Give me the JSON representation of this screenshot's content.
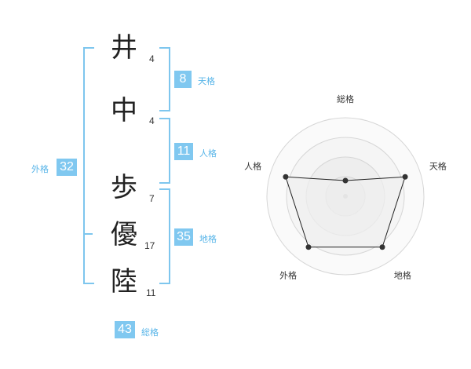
{
  "name": {
    "chars": [
      {
        "char": "井",
        "strokes": "4"
      },
      {
        "char": "中",
        "strokes": "4"
      },
      {
        "char": "歩",
        "strokes": "7"
      },
      {
        "char": "優",
        "strokes": "17"
      },
      {
        "char": "陸",
        "strokes": "11"
      }
    ]
  },
  "kaku": {
    "tenkaku": {
      "value": "8",
      "label": "天格"
    },
    "jinkaku": {
      "value": "11",
      "label": "人格"
    },
    "chikaku": {
      "value": "35",
      "label": "地格"
    },
    "gaikaku": {
      "value": "32",
      "label": "外格"
    },
    "soukaku": {
      "value": "43",
      "label": "総格"
    }
  },
  "colors": {
    "accent": "#80c8f0",
    "label": "#56b4e8",
    "bracket": "#7ec6ee"
  },
  "chart_data": {
    "type": "radar",
    "axes": [
      "総格",
      "天格",
      "地格",
      "外格",
      "人格"
    ],
    "values": [
      1,
      4,
      4,
      4,
      4
    ],
    "max": 5,
    "rings": 4,
    "ring_shading": [
      "#f2f2f2",
      "#eaeaea",
      "#e3e3e3",
      "#dcdcdc"
    ]
  }
}
